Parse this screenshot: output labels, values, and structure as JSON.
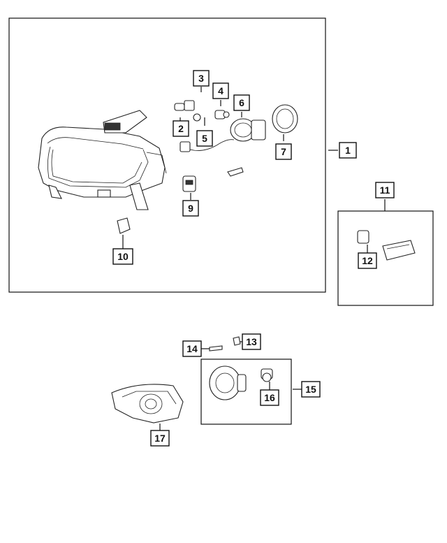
{
  "callouts": {
    "c1": "1",
    "c2": "2",
    "c3": "3",
    "c4": "4",
    "c5": "5",
    "c6": "6",
    "c7": "7",
    "c8": "9",
    "c9": "10",
    "c10": "11",
    "c11": "12",
    "c12": "13",
    "c13": "14",
    "c14": "15",
    "c15": "16",
    "c16": "17"
  },
  "colors": {
    "line": "#111111",
    "background": "#ffffff",
    "label_box": "#ffffff"
  }
}
